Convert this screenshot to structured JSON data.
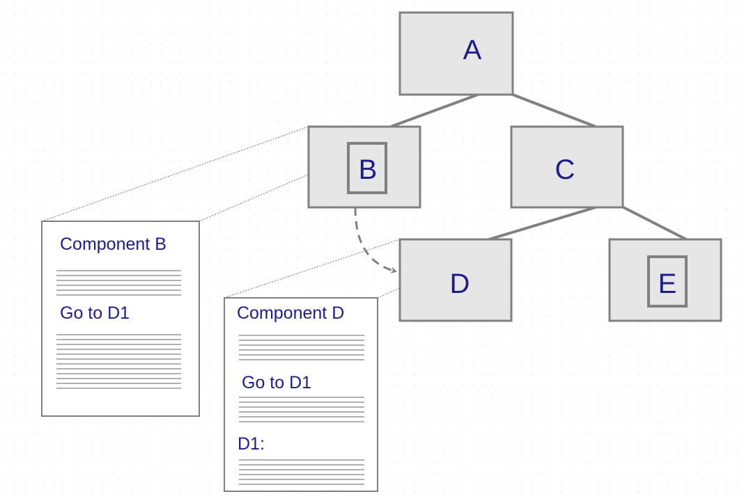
{
  "nodes": {
    "a": "A",
    "b": "B",
    "c": "C",
    "d": "D",
    "e": "E"
  },
  "component_b": {
    "title": "Component B",
    "goto": "Go to D1"
  },
  "component_d": {
    "title": "Component D",
    "goto": "Go to D1",
    "label": "D1:"
  },
  "colors": {
    "node_fill": "#e6e6e6",
    "node_border": "#808080",
    "text": "#1c1c8c"
  }
}
